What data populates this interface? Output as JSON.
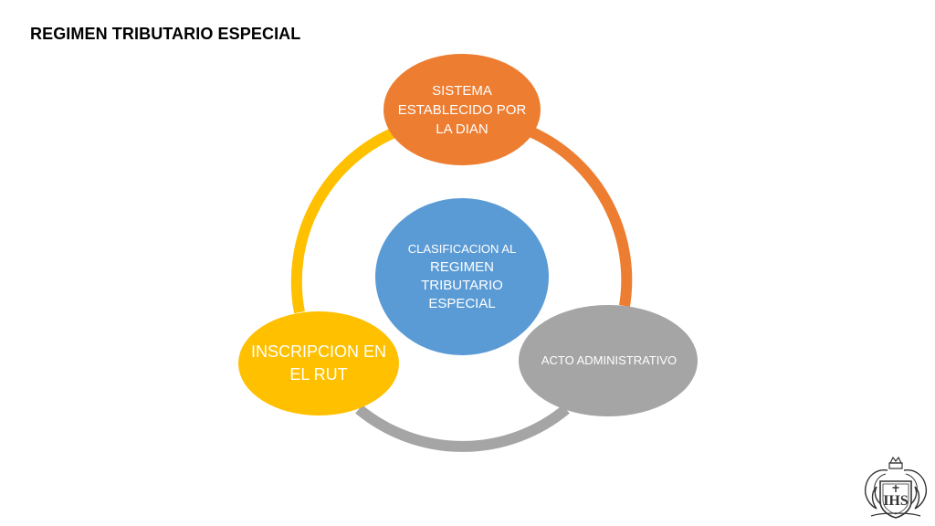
{
  "slide": {
    "title": "REGIMEN TRIBUTARIO ESPECIAL"
  },
  "diagram": {
    "type": "cycle",
    "center": {
      "line1": "CLASIFICACION AL",
      "line2": "REGIMEN TRIBUTARIO ESPECIAL"
    },
    "nodes": [
      {
        "id": "top",
        "label": "SISTEMA ESTABLECIDO POR LA DIAN",
        "color": "#ED7D31"
      },
      {
        "id": "right",
        "label": "ACTO ADMINISTRATIVO",
        "color": "#A5A5A5"
      },
      {
        "id": "left",
        "label": "INSCRIPCION EN EL RUT",
        "color": "#FFC000"
      }
    ],
    "center_color": "#5B9BD5",
    "ring_colors": {
      "top_to_right": "#ED7D31",
      "right_to_left": "#A5A5A5",
      "left_to_top": "#FFC000"
    }
  },
  "logo": {
    "icon": "university-crest-icon",
    "monogram": "IHS"
  }
}
